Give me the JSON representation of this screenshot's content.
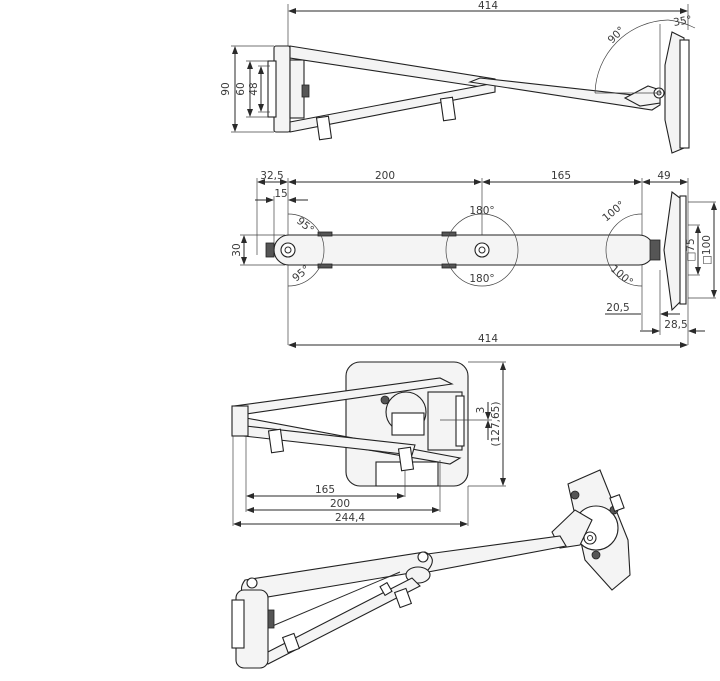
{
  "drawing": {
    "type": "technical-dimension-drawing",
    "subject": "wall-mounted monitor/TV arm bracket",
    "line_color": "#2a2a2a",
    "background": "#ffffff"
  },
  "view_side": {
    "overall_length": "414",
    "height_outer": "90",
    "height_mid": "60",
    "height_inner": "48",
    "tilt_angle": "90°",
    "tilt_angle_small": "35°"
  },
  "view_top": {
    "offset_left": "32,5",
    "offset_small": "15",
    "arm_width": "30",
    "segment_1": "200",
    "segment_2": "165",
    "plate_depth": "49",
    "swivel_left_top": "95°",
    "swivel_left_bottom": "95°",
    "swivel_mid_top": "180°",
    "swivel_mid_bottom": "180°",
    "swivel_right_top": "100°",
    "swivel_right_bottom": "100°",
    "vesa_small": "□75",
    "vesa_large": "□100",
    "offset_20": "20,5",
    "offset_28": "28,5",
    "overall_length": "414"
  },
  "view_folded": {
    "dim_165": "165",
    "dim_200": "200",
    "dim_244": "244,4",
    "dim_3": "3",
    "dim_height": "(127,65)"
  }
}
